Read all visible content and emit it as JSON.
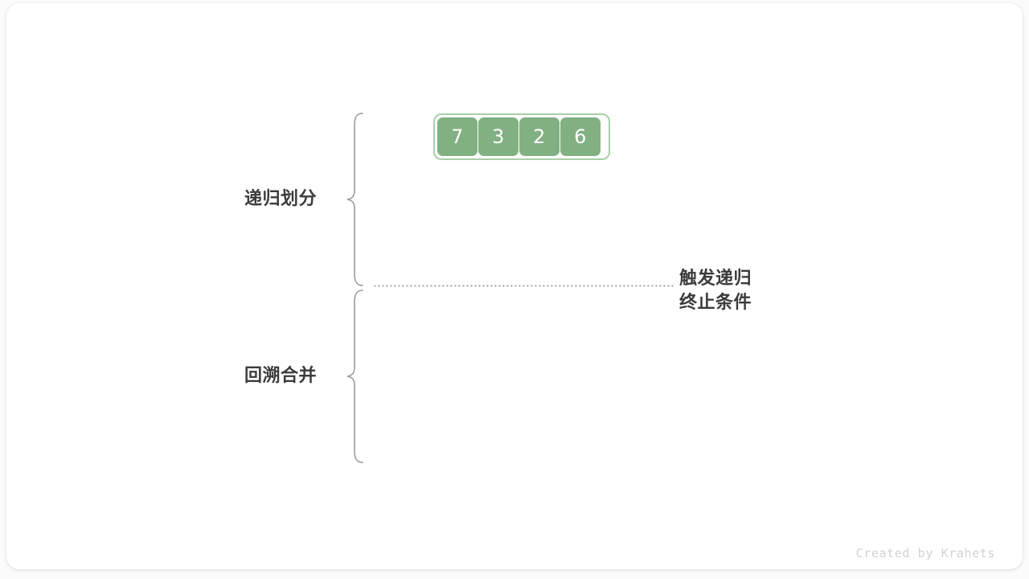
{
  "canvas": {
    "background_color": "#fbfbfb",
    "card_color": "#ffffff"
  },
  "diagram": {
    "title_left_labels": [
      {
        "text": "递归划分",
        "name": "recursive-divide-label"
      },
      {
        "text": "回溯合并",
        "name": "backtrack-merge-label"
      }
    ],
    "annotation": {
      "line1": "触发递归",
      "line2": "终止条件"
    },
    "array": {
      "values": [
        "7",
        "3",
        "2",
        "6"
      ],
      "cell_fill": "#81b082",
      "cell_text_color": "#ffffff",
      "outer_border_color": "#a9cfa9"
    },
    "divider": {
      "style": "dotted",
      "color": "#8a8a8a"
    },
    "brace_color": "#9a9a9a"
  },
  "watermark": {
    "text": "Created by Krahets",
    "color": "#d2d2d2"
  }
}
